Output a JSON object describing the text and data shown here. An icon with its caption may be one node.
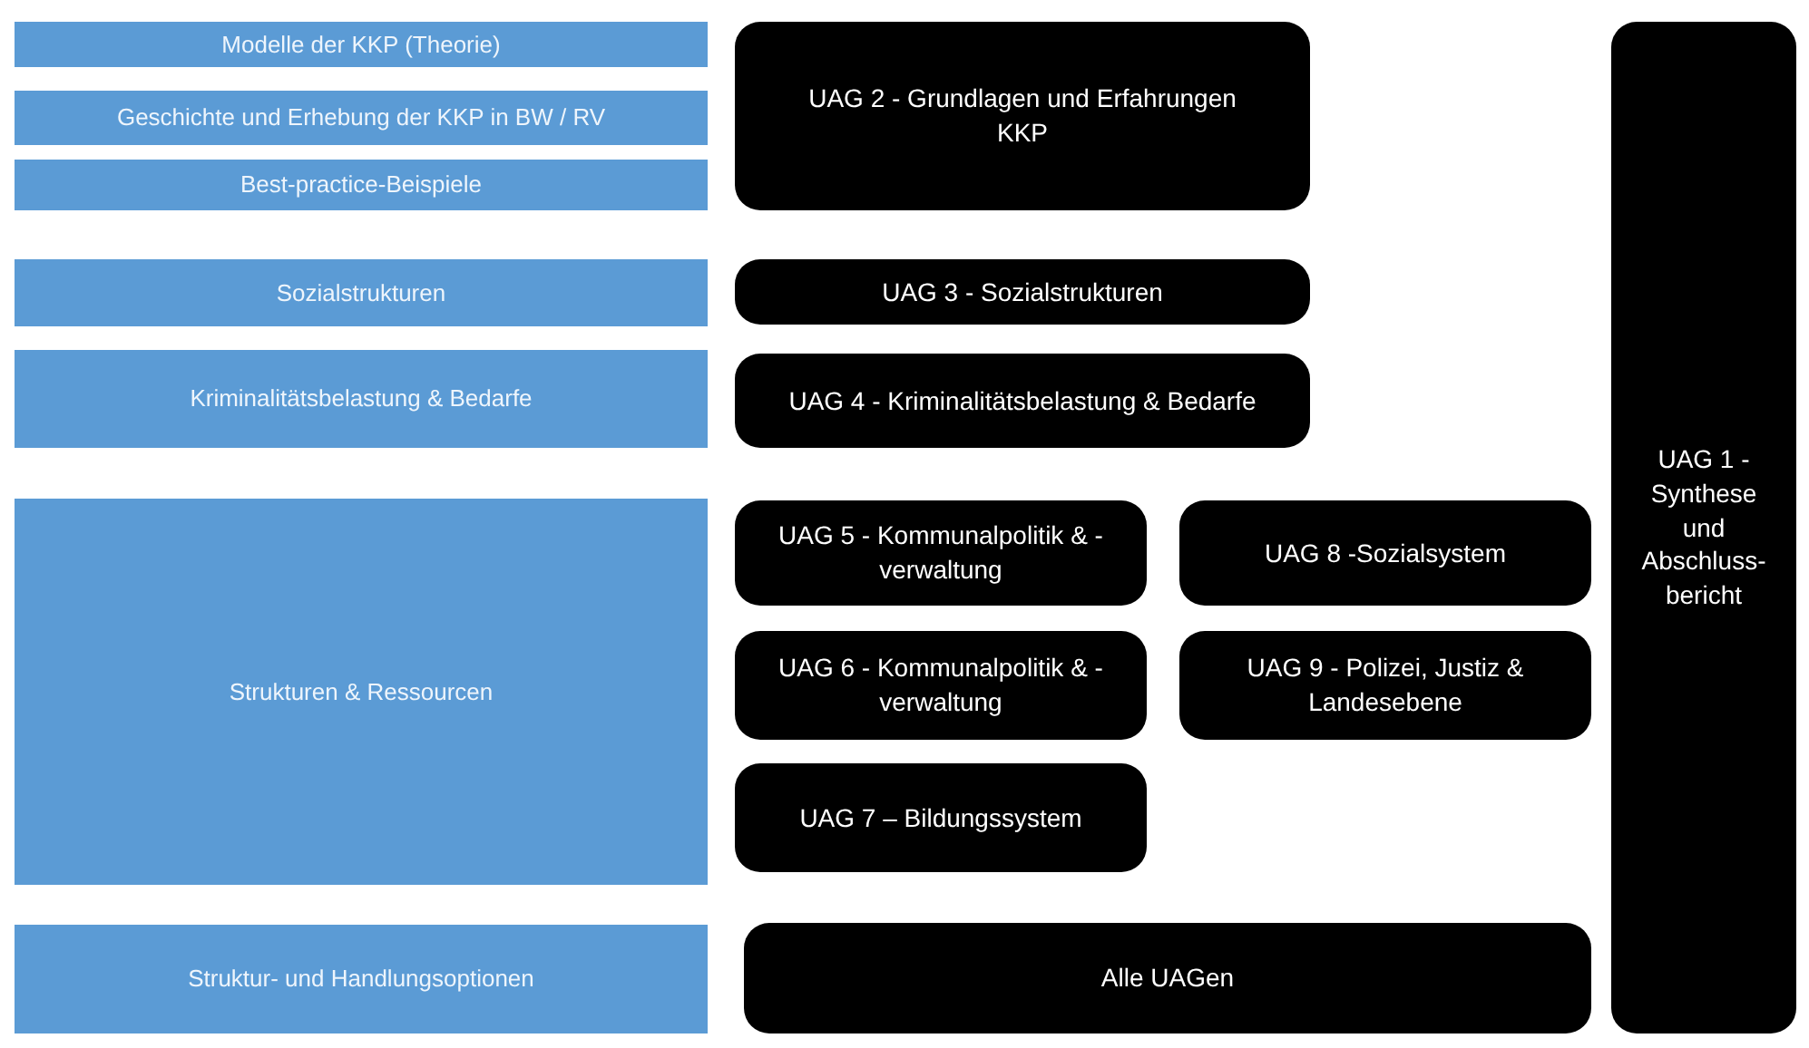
{
  "diagram": {
    "nodes": [
      {
        "text": [
          "Modelle der KKP (Theorie)"
        ]
      },
      {
        "text": [
          "Geschichte und Erhebung der KKP in BW / RV"
        ]
      },
      {
        "text": [
          "Best-practice-Beispiele"
        ]
      },
      {
        "text": [
          "Sozialstrukturen"
        ]
      },
      {
        "text": [
          "Kriminalitätsbelastung & Bedarfe"
        ]
      },
      {
        "text": [
          "Strukturen & Ressourcen"
        ]
      },
      {
        "text": [
          "Struktur- und Handlungsoptionen"
        ]
      },
      {
        "text": [
          "UAG 2 - Grundlagen und Erfahrungen KKP"
        ]
      },
      {
        "text": [
          "UAG 3 - Sozialstrukturen"
        ]
      },
      {
        "text": [
          "UAG 4 - Kriminalitätsbelastung & Bedarfe"
        ]
      },
      {
        "text": [
          "UAG 5 - Kommunalpolitik & -verwaltung"
        ]
      },
      {
        "text": [
          "UAG 8 -Sozialsystem"
        ]
      },
      {
        "text": [
          "UAG 6 - Kommunalpolitik & -verwaltung"
        ]
      },
      {
        "text": [
          "UAG 9 - Polizei, Justiz & Landesebene"
        ]
      },
      {
        "text": [
          "UAG 7 – Bildungssystem"
        ]
      },
      {
        "text": [
          "Alle UAGen"
        ]
      },
      {
        "text": [
          "UAG 1 - Synthese und Abschluss-bericht"
        ]
      }
    ]
  }
}
